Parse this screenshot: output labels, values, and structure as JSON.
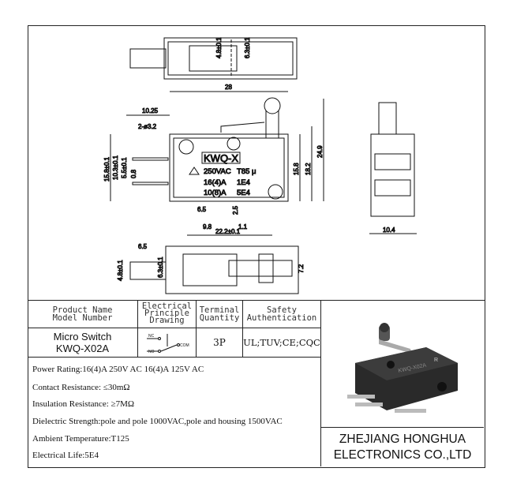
{
  "drawing": {
    "label_box": "KWQ-X",
    "rating_lines": [
      [
        "250VAC",
        "T85 μ"
      ],
      [
        "16(4)A",
        "1E4"
      ],
      [
        "10(8)A",
        "5E4"
      ]
    ],
    "dims": {
      "d28": "28",
      "d10_25": "10.25",
      "holes": "2-ø3.2",
      "d15_8_tol": "15.8±0.1",
      "d10_3": "10.3±0.1",
      "d5_5": "5.5±0.1",
      "d0_8": "0.8",
      "d15_8": "15.8",
      "d18_2": "18.2",
      "d24_9": "24.9",
      "d6_5": "6.5",
      "d2_5": "2.5",
      "d9_8": "9.8",
      "d1_1": "1.1",
      "d22_2": "22.2±0.1",
      "top_4_8": "4.8±0.1",
      "top_6_3": "6.3±0.1",
      "side_10_4": "10.4",
      "bot_6_5": "6.5",
      "bot_4_8": "4.8±0.1",
      "bot_6_3": "6.3±0.1",
      "bot_7_2": "7.2"
    }
  },
  "table": {
    "headers": [
      "Product Name\nModel Number",
      "Electrical\nPrinciple\nDrawing",
      "Terminal\nQuantity",
      "Safety\nAuthentication"
    ],
    "product_name": "Micro Switch",
    "model": "KWQ-X02A",
    "schematic": {
      "nc": "NC",
      "no": "NO",
      "com": "COM"
    },
    "terminals": "3P",
    "safety": "UL;TUV;CE;CQC"
  },
  "specs": [
    "Power Rating:16(4)A 250V AC  16(4)A 125V AC",
    "Contact Resistance: ≤30mΩ",
    "Insulation Resistance: ≥7MΩ",
    "Dielectric Strength:pole and pole 1000VAC,pole and housing 1500VAC",
    "Ambient Temperature:T125",
    "Electrical Life:5E4"
  ],
  "photo": {
    "body_text": "KWQ-X02A",
    "mark": "R"
  },
  "company": {
    "line1": "ZHEJIANG HONGHUA",
    "line2": "ELECTRONICS CO.,LTD"
  }
}
